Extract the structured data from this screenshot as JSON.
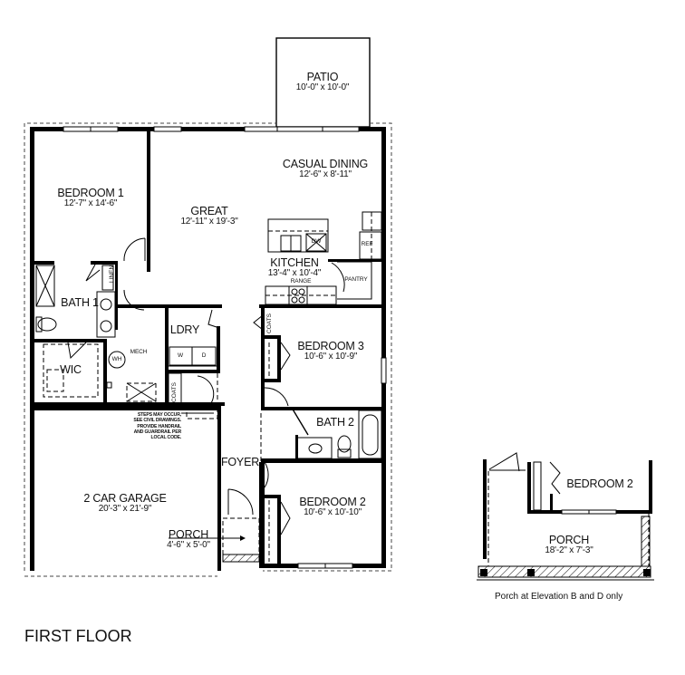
{
  "title": "FIRST FLOOR",
  "rooms": {
    "patio": {
      "name": "PATIO",
      "dim": "10'-0\" x 10'-0\""
    },
    "bedroom1": {
      "name": "BEDROOM 1",
      "dim": "12'-7\" x 14'-6\""
    },
    "great": {
      "name": "GREAT",
      "dim": "12'-11\" x 19'-3\""
    },
    "casual_dining": {
      "name": "CASUAL DINING",
      "dim": "12'-6\" x 8'-11\""
    },
    "kitchen": {
      "name": "KITCHEN",
      "dim": "13'-4\" x 10'-4\""
    },
    "bath1": {
      "name": "BATH 1"
    },
    "wic": {
      "name": "WIC"
    },
    "mech": {
      "name": "MECH"
    },
    "ldry": {
      "name": "LDRY"
    },
    "bedroom3": {
      "name": "BEDROOM 3",
      "dim": "10'-6\" x 10'-9\""
    },
    "bath2": {
      "name": "BATH 2"
    },
    "foyer": {
      "name": "FOYER"
    },
    "garage": {
      "name": "2 CAR GARAGE",
      "dim": "20'-3\" x 21'-9\""
    },
    "porch": {
      "name": "PORCH",
      "dim": "4'-6\" x 5'-0\""
    },
    "bedroom2": {
      "name": "BEDROOM 2",
      "dim": "10'-6\" x 10'-10\""
    }
  },
  "fixtures": {
    "linen": "LINEN",
    "wh": "WH",
    "washer": "W",
    "dryer": "D",
    "coats_a": "COATS",
    "coats_b": "COATS",
    "range": "RANGE",
    "dw": "DW",
    "ref": "REF",
    "pantry": "PANTRY"
  },
  "notes": {
    "steps": [
      "STEPS MAY OCCUR,",
      "SEE CIVIL DRAWINGS.",
      "PROVIDE HANDRAIL",
      "AND GUARDRAIL PER",
      "LOCAL CODE."
    ]
  },
  "inset": {
    "bedroom2": "BEDROOM 2",
    "porch_name": "PORCH",
    "porch_dim": "18'-2\" x 7'-3\"",
    "caption": "Porch at Elevation B and D only"
  }
}
